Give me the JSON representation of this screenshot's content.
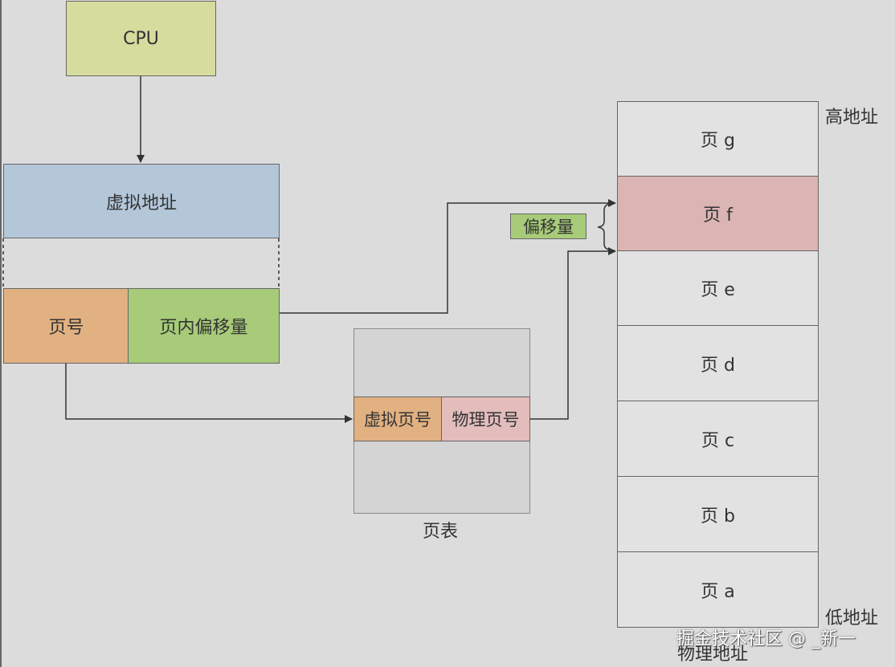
{
  "cpu": {
    "label": "CPU"
  },
  "virtual_address": {
    "label": "虚拟地址"
  },
  "page_number": {
    "label": "页号"
  },
  "page_offset": {
    "label": "页内偏移量"
  },
  "page_table": {
    "virtual_page": "虚拟页号",
    "physical_page": "物理页号",
    "caption": "页表"
  },
  "offset_tag": {
    "label": "偏移量"
  },
  "physical_memory": {
    "high_label": "高地址",
    "low_label": "低地址",
    "caption": "物理地址",
    "pages": [
      "页 g",
      "页 f",
      "页 e",
      "页 d",
      "页 c",
      "页 b",
      "页 a"
    ]
  },
  "watermark": "掘金技术社区 @ _新一",
  "colors": {
    "background": "#dcdcdc",
    "cpu": "#d6dc9e",
    "virtual_address": "#b3c7d9",
    "page_number": "#e2b182",
    "page_offset": "#a7cb79",
    "page_table": "#d4d4d4",
    "physical_page": "#e3bcbc",
    "highlight_page": "#dbb4b4",
    "page": "#e2e2e2"
  }
}
